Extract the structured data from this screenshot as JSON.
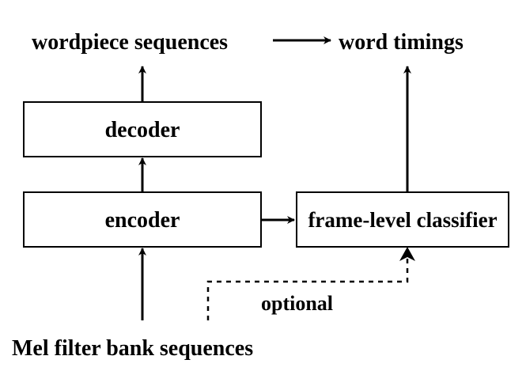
{
  "diagram": {
    "nodes": {
      "wordpiece": "wordpiece sequences",
      "word_timings": "word timings",
      "decoder": "decoder",
      "encoder": "encoder",
      "classifier": "frame-level classifier",
      "mel": "Mel filter bank sequences"
    },
    "edges": {
      "optional_label": "optional"
    },
    "colors": {
      "stroke": "#000000",
      "background": "#ffffff"
    }
  }
}
